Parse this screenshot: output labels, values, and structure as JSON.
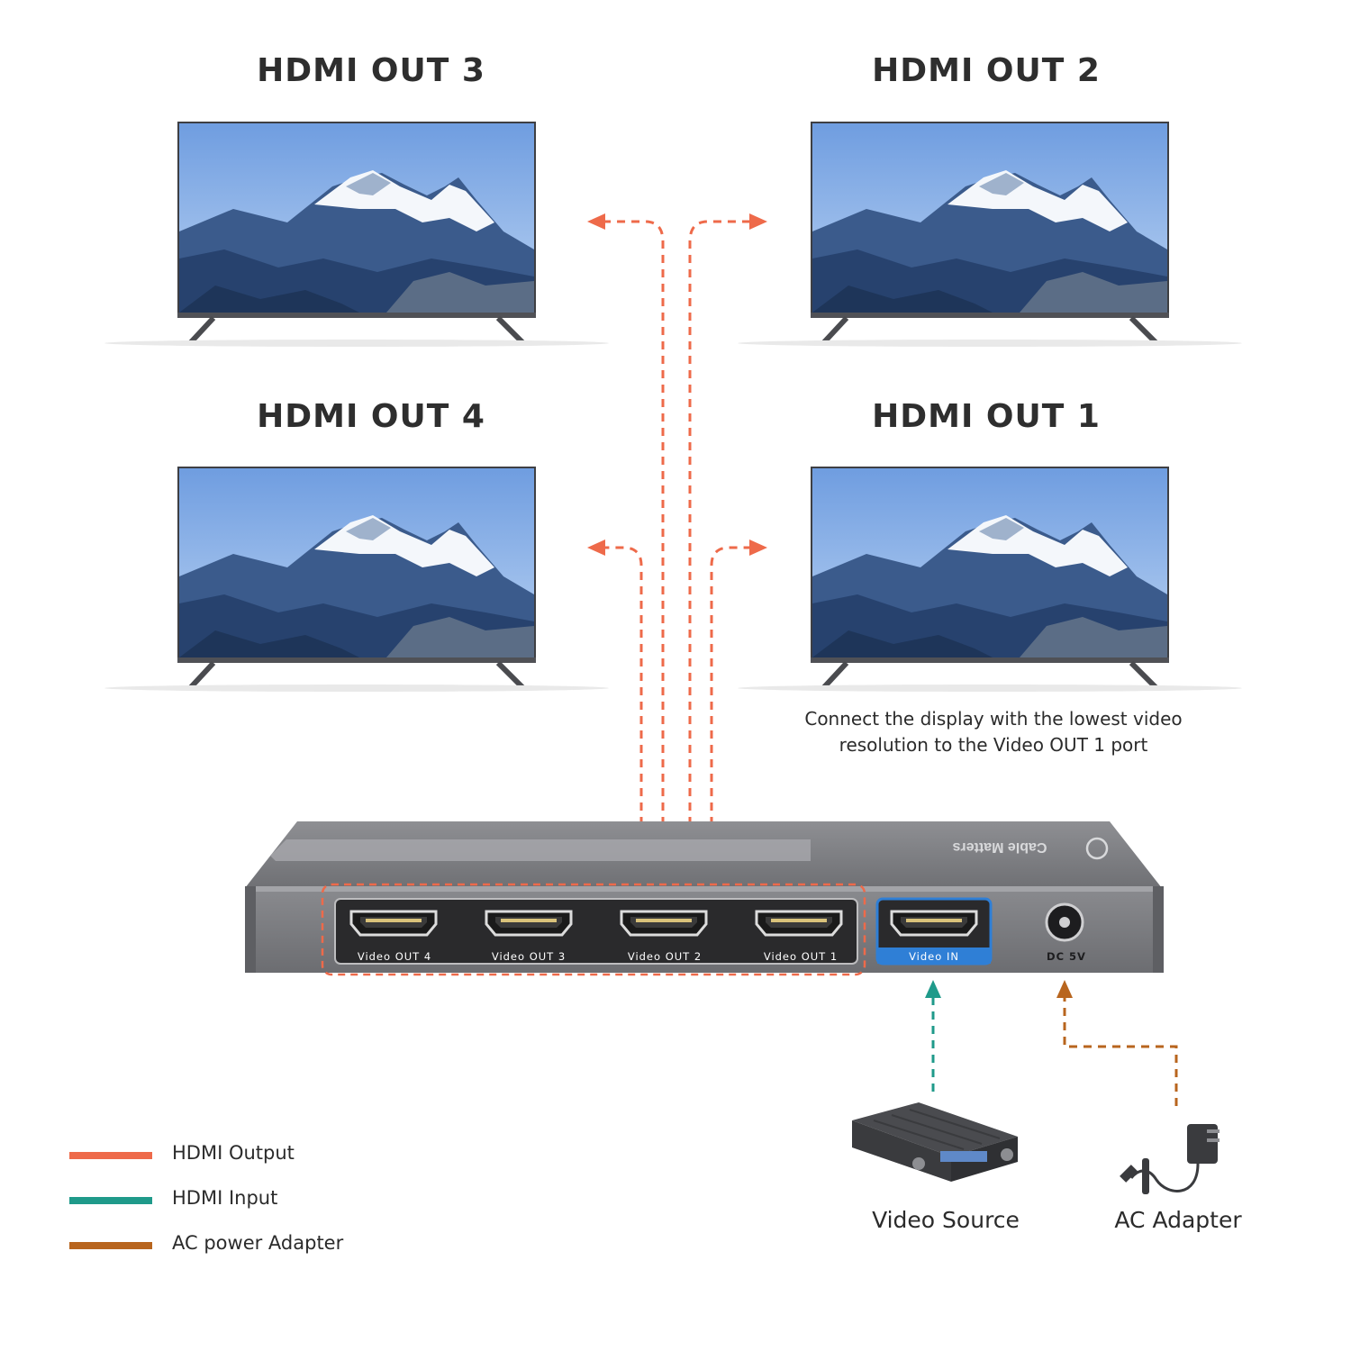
{
  "outputs": {
    "out3": "HDMI OUT 3",
    "out2": "HDMI OUT 2",
    "out4": "HDMI OUT 4",
    "out1": "HDMI OUT 1"
  },
  "note": {
    "line1": "Connect the display with the lowest video",
    "line2": "resolution to the Video OUT 1 port"
  },
  "splitter": {
    "brand": "Cable Matters",
    "ports": [
      "Video OUT 4",
      "Video OUT 3",
      "Video OUT 2",
      "Video OUT 1"
    ],
    "input_label": "Video IN",
    "power_label": "DC  5V"
  },
  "devices": {
    "source": "Video Source",
    "adapter": "AC Adapter"
  },
  "legend": [
    {
      "label": "HDMI Output",
      "color": "#ee6a4a"
    },
    {
      "label": "HDMI Input",
      "color": "#1f9a8a"
    },
    {
      "label": "AC power Adapter",
      "color": "#b8651e"
    }
  ],
  "colors": {
    "output": "#ee6a4a",
    "input": "#1f9a8a",
    "power": "#b8651e",
    "highlight": "#2f7fd6"
  }
}
